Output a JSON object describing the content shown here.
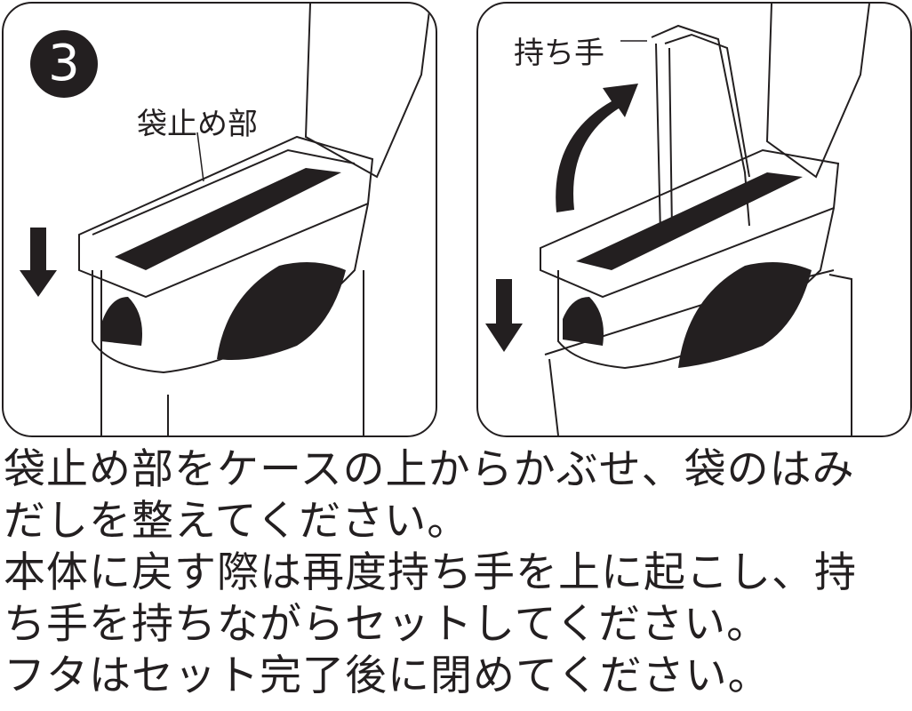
{
  "panel1": {
    "step_number": "3",
    "label": "袋止め部"
  },
  "panel2": {
    "label": "持ち手"
  },
  "instructions": [
    "袋止め部をケースの上からかぶせ、袋のはみ",
    "だしを整えてください。",
    "本体に戻す際は再度持ち手を上に起こし、持",
    "ち手を持ちながらセットしてください。",
    "フタはセット完了後に閉めてください。"
  ]
}
